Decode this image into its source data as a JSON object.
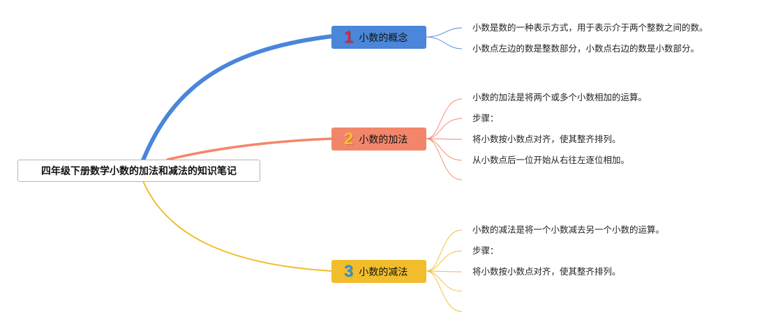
{
  "root": {
    "title": "四年级下册数学小数的加法和减法的知识笔记"
  },
  "branches": [
    {
      "number": "1",
      "label": "小数的概念",
      "color": "#4a86d9",
      "badge_color": "#d9243a",
      "leaves": [
        "小数是数的一种表示方式，用于表示介于两个整数之间的数。",
        "小数点左边的数是整数部分，小数点右边的数是小数部分。"
      ]
    },
    {
      "number": "2",
      "label": "小数的加法",
      "color": "#f3866a",
      "badge_color": "#f5c02a",
      "leaves": [
        "小数的加法是将两个或多个小数相加的运算。",
        "步骤：",
        "将小数按小数点对齐，使其整齐排列。",
        "从小数点后一位开始从右往左逐位相加。",
        ""
      ]
    },
    {
      "number": "3",
      "label": "小数的减法",
      "color": "#f2bd2c",
      "badge_color": "#2f8fd8",
      "leaves": [
        "小数的减法是将一个小数减去另一个小数的运算。",
        "步骤：",
        "将小数按小数点对齐，使其整齐排列。",
        "",
        ""
      ]
    }
  ]
}
